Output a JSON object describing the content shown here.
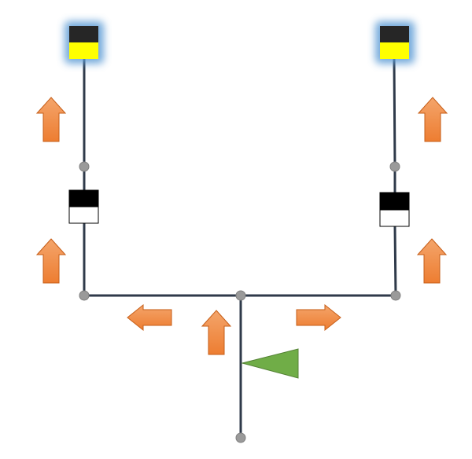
{
  "colors": {
    "line": "#2f3a4a",
    "node": "#9a9a9a",
    "node_stroke": "#7f7f7f",
    "arrow": "#ed7d31",
    "arrow_light": "#f4a56b",
    "arrow_stroke": "#c65d17",
    "flag": "#70ad47",
    "flag_stroke": "#548235",
    "signal_dark": "#262626",
    "signal_yellow": "#ffff00",
    "signal_black": "#000000",
    "signal_white": "#ffffff",
    "glow": "#5b9bd5"
  },
  "icons": {
    "node": "junction-node-icon",
    "arrow": "flow-arrow-icon",
    "flag": "start-flag-icon",
    "terminal_signal": "yellow-signal-icon",
    "intermediate_signal": "black-white-signal-icon"
  },
  "flow_directions": [
    "up",
    "up",
    "up",
    "up",
    "left",
    "up",
    "right"
  ]
}
